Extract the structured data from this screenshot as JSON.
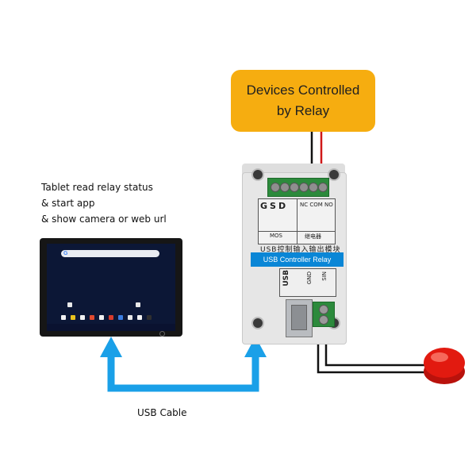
{
  "devices_box": {
    "line1": "Devices Controlled",
    "line2": "by Relay"
  },
  "tablet_description": [
    "Tablet read relay status",
    "& start app",
    "& show camera or web url"
  ],
  "usb_cable_label": "USB Cable",
  "relay_module": {
    "terminal_labels_left": "GSD",
    "terminal_labels_right": "NC COM NO",
    "mos_label": "MOS",
    "relay_label_cn": "继电器",
    "module_title_cn": "USB控制输入输出模块",
    "band_label": "USB Controller Relay",
    "usb_port_label": "USB",
    "gnd_label": "GND",
    "sin_label": "SIN"
  },
  "tablet": {
    "search_glyph": "G"
  },
  "colors": {
    "devices_box": "#f6ad10",
    "arrow": "#1aa0e8",
    "band": "#0a86d6",
    "wire_red": "#d01818",
    "wire_black": "#111111",
    "button_red": "#e21a10"
  },
  "icons": [
    "usb-icon",
    "push-button-icon",
    "tablet-icon",
    "relay-coil-icon"
  ]
}
